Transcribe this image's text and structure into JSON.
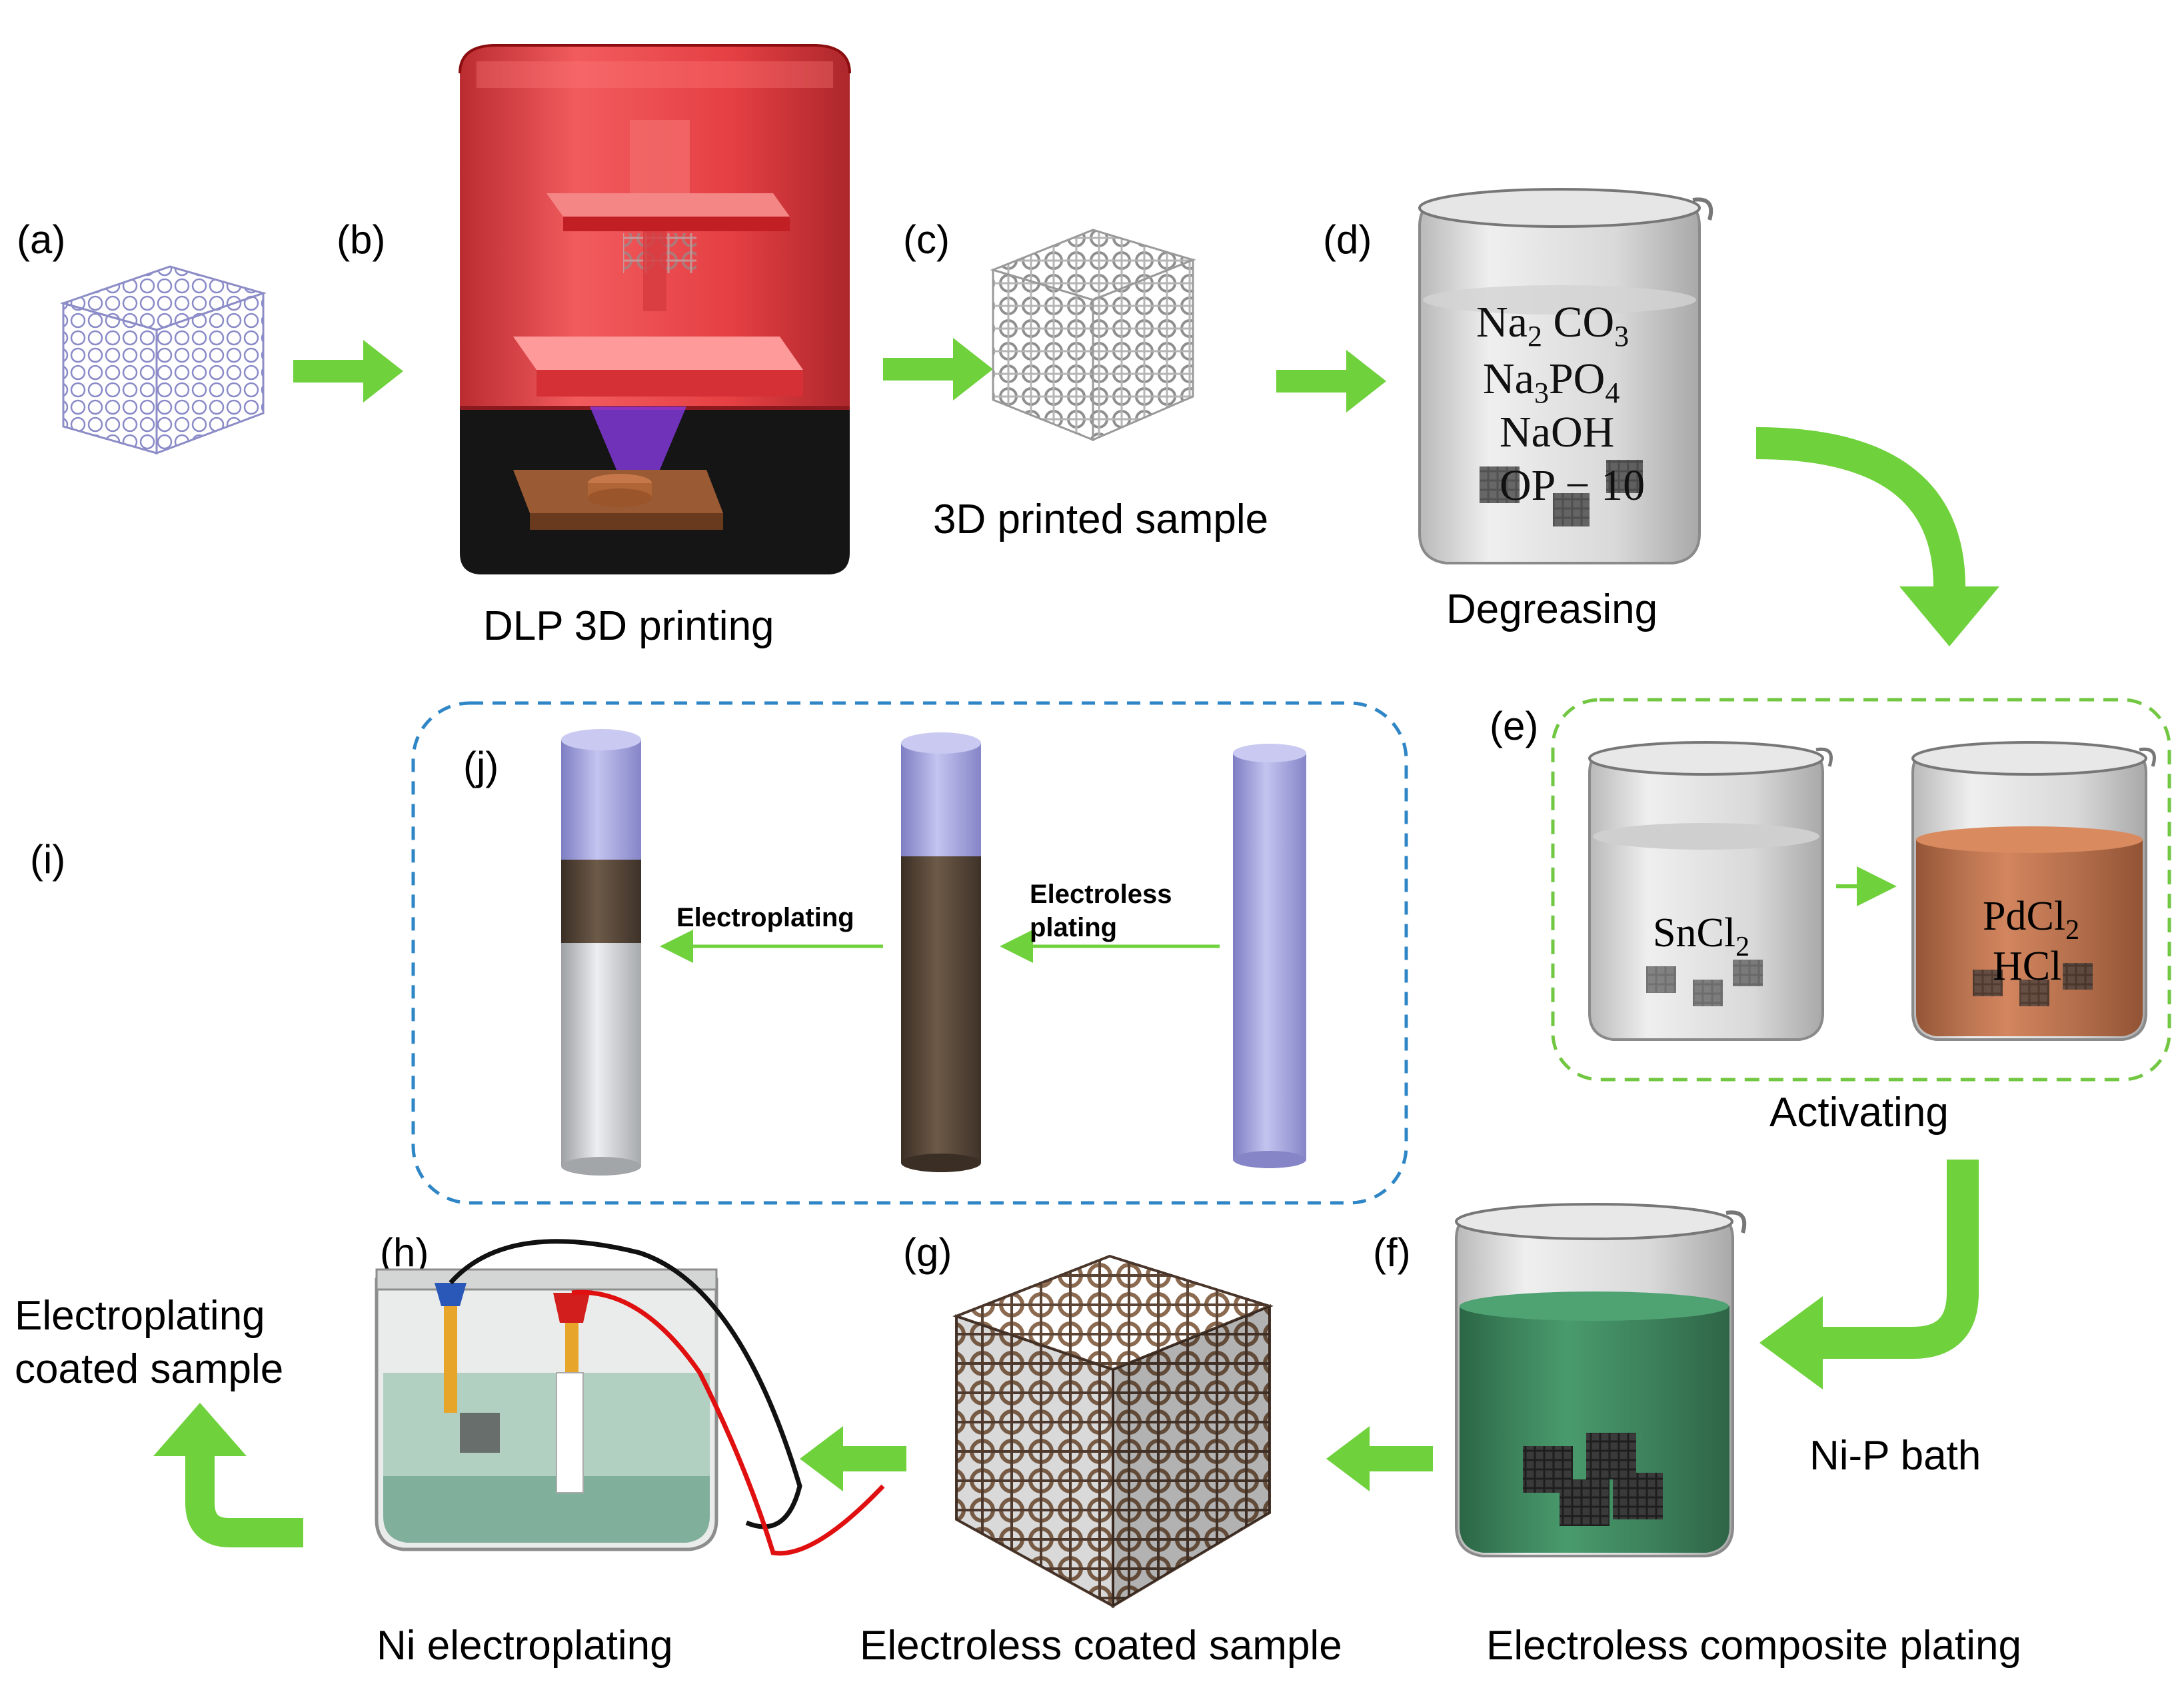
{
  "panels": {
    "a": {
      "letter": "(a)"
    },
    "b": {
      "letter": "(b)",
      "caption": "DLP 3D printing"
    },
    "c": {
      "letter": "(c)",
      "caption": "3D printed sample"
    },
    "d": {
      "letter": "(d)",
      "caption": "Degreasing",
      "chem1": "Na",
      "chem1_sub1": "2",
      "chem1_rest": " CO",
      "chem1_sub2": "3",
      "chem2": "Na",
      "chem2_sub1": "3",
      "chem2_rest": "PO",
      "chem2_sub2": "4",
      "chem3": "NaOH",
      "chem4": "OP − 10"
    },
    "e": {
      "letter": "(e)",
      "caption": "Activating",
      "chem_a": "SnCl",
      "chem_a_sub": "2",
      "chem_b": "PdCl",
      "chem_b_sub": "2",
      "chem_c": "HCl"
    },
    "f": {
      "letter": "(f)",
      "caption": "Electroless composite plating",
      "side_label": "Ni-P bath"
    },
    "g": {
      "letter": "(g)",
      "caption": "Electroless coated  sample"
    },
    "h": {
      "letter": "(h)",
      "caption": "Ni electroplating"
    },
    "i": {
      "letter": "(i)",
      "caption_line1": "Electroplating",
      "caption_line2": "coated sample"
    },
    "j": {
      "letter": "(j)",
      "arrow_label_left": "Electroplating",
      "arrow_label_right_line1": "Electroless",
      "arrow_label_right_line2": "plating"
    }
  },
  "colors": {
    "arrow_green": "#6fd13c",
    "box_green": "#72c742",
    "box_blue": "#2f86c6",
    "printer_red": "#e32c2c",
    "green_bath": "#2c7a4e",
    "pd_bath": "#b4592c",
    "rod_purple": "#9f9fdd",
    "rod_brown": "#4f4033",
    "rod_grey": "#c9cbce"
  }
}
